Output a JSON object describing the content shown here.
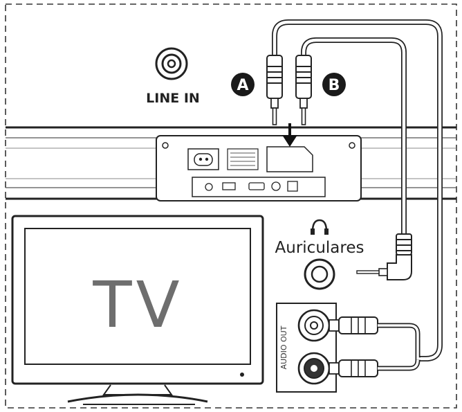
{
  "labels": {
    "line_in": "LINE IN",
    "plug_a": "A",
    "plug_b": "B",
    "headphones": "Auriculares",
    "tv": "TV",
    "audio_out": "AUDIO OUT"
  },
  "icons": {
    "headphones": "headphones-icon",
    "arrow": "arrow-down-icon"
  },
  "colors": {
    "line": "#222222",
    "badge": "#1a1a1a",
    "tv_text": "#6e6e6e"
  }
}
